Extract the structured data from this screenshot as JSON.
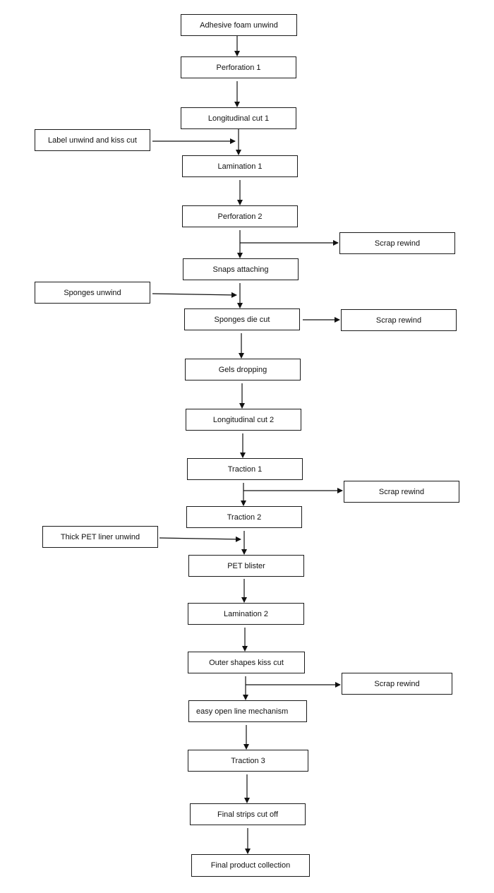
{
  "diagram": {
    "steps": [
      "Adhesive foam unwind",
      "Perforation 1",
      "Longitudinal cut 1",
      "Lamination 1",
      "Perforation 2",
      "Snaps attaching",
      "Sponges die cut",
      "Gels dropping",
      "Longitudinal cut 2",
      "Traction 1",
      "Traction 2",
      "PET blister",
      "Lamination 2",
      "Outer shapes kiss cut",
      "easy open line mechanism",
      "Traction 3",
      "Final strips cut off",
      "Final product collection"
    ],
    "inputs": [
      "Label unwind and kiss cut",
      "Sponges unwind",
      "Thick PET liner unwind"
    ],
    "outputs": [
      "Scrap rewind",
      "Scrap rewind",
      "Scrap rewind",
      "Scrap rewind"
    ]
  }
}
